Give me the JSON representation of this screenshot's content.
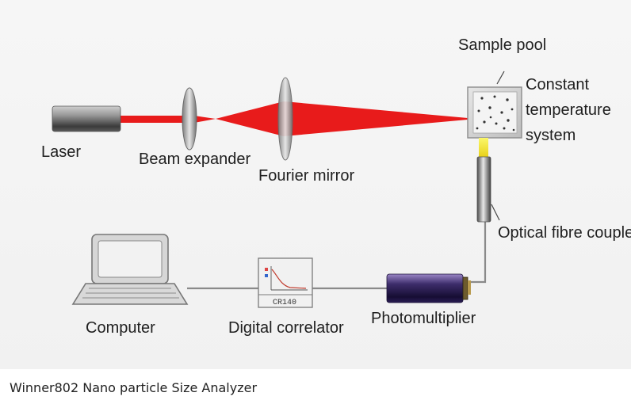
{
  "labels": {
    "laser": "Laser",
    "beam_expander": "Beam expander",
    "fourier_mirror": "Fourier mirror",
    "sample_pool": "Sample pool",
    "constant_temp_1": "Constant",
    "constant_temp_2": "temperature",
    "constant_temp_3": "system",
    "optical_fibre_coupler": "Optical fibre coupler",
    "computer": "Computer",
    "digital_correlator": "Digital correlator",
    "photomultiplier": "Photomultiplier",
    "correlator_model": "CR140"
  },
  "caption": "Winner802 Nano particle Size Analyzer",
  "colors": {
    "beam": "#e81b1b",
    "scatter_beam": "#f2ee2a",
    "wire": "#8a8a8a"
  }
}
